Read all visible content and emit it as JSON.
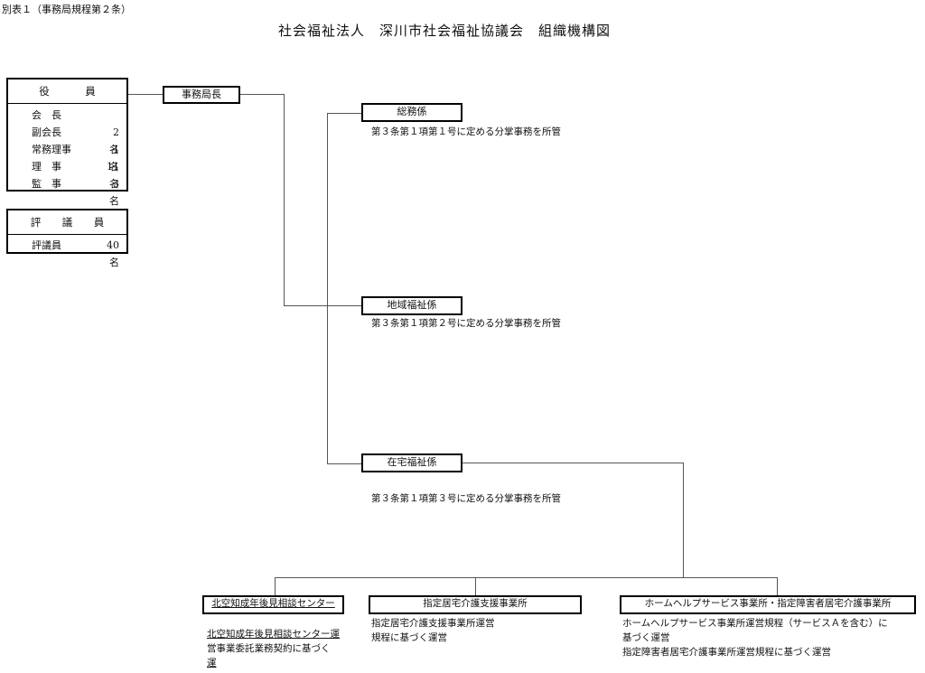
{
  "header_note": "別表１（事務局規程第２条）",
  "title": "社会福祉法人　深川市社会福祉協議会　組織機構図",
  "officers": {
    "heading": "役　員",
    "rows": [
      {
        "role": "会　長",
        "count": ""
      },
      {
        "role": "副会長",
        "count": "2名"
      },
      {
        "role": "常務理事",
        "count": "1名"
      },
      {
        "role": "理　事",
        "count": "11名"
      },
      {
        "role": "監　事",
        "count": "3名"
      }
    ]
  },
  "councilors": {
    "heading": "評　議　員",
    "rows": [
      {
        "role": "評議員",
        "count": "40名"
      }
    ]
  },
  "director": "事務局長",
  "units": [
    {
      "name": "総務係",
      "desc": "第３条第１項第１号に定める分掌事務を所管"
    },
    {
      "name": "地域福祉係",
      "desc": "第３条第１項第２号に定める分掌事務を所管"
    },
    {
      "name": "在宅福祉係",
      "desc": "第３条第１項第３号に定める分掌事務を所管"
    }
  ],
  "centers": [
    {
      "name": "北空知成年後見相談センター",
      "desc": [
        "北空知成年後見相談センター運",
        "営事業委託業務契約に基づく",
        "運"
      ]
    },
    {
      "name": "指定居宅介護支援事業所",
      "desc": [
        "指定居宅介護支援事業所運営",
        "規程に基づく運営"
      ]
    },
    {
      "name": "ホームヘルプサービス事業所・指定障害者居宅介護事業所",
      "desc": [
        "ホームヘルプサービス事業所運営規程（サービスＡを含む）に",
        "基づく運営",
        "指定障害者居宅介護事業所運営規程に基づく運営"
      ]
    }
  ]
}
